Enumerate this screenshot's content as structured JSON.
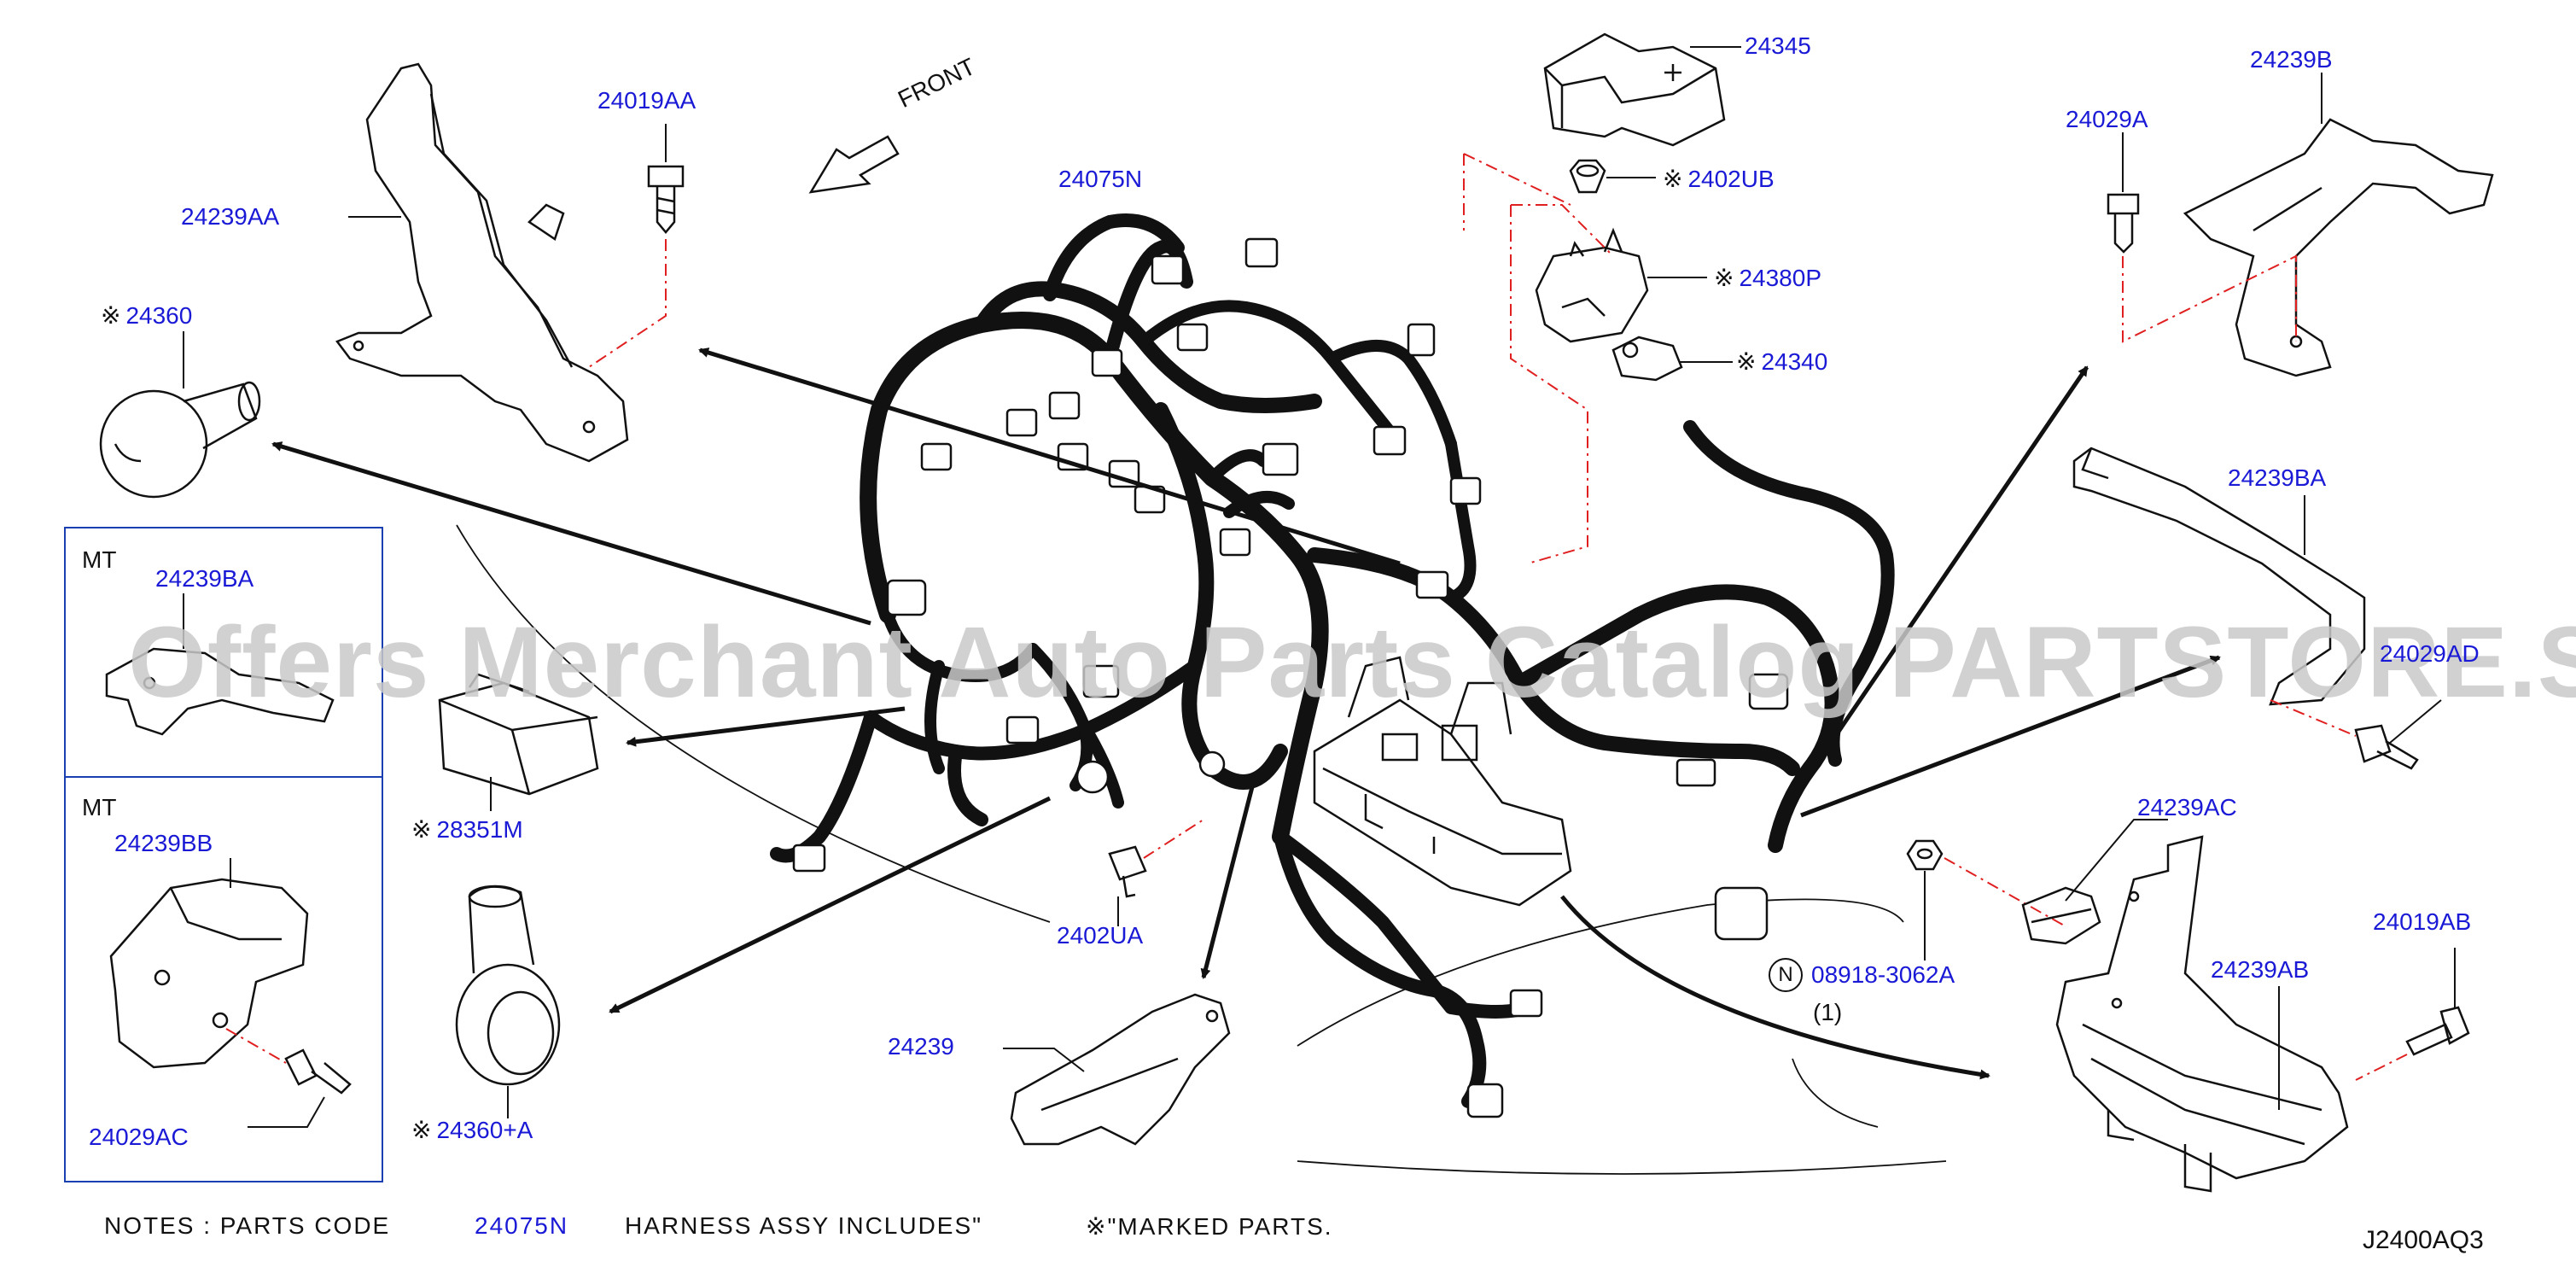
{
  "diagram": {
    "front_label": "FRONT",
    "labels": {
      "p24019AA": "24019AA",
      "p24239AA": "24239AA",
      "p24360": "24360",
      "p24075N": "24075N",
      "p24345": "24345",
      "p2402UB": "2402UB",
      "p24380P": "24380P",
      "p24340": "24340",
      "p24029A": "24029A",
      "p24239B": "24239B",
      "p24239BA_right": "24239BA",
      "p24029AD": "24029AD",
      "p24239AC": "24239AC",
      "p24019AB": "24019AB",
      "p24239AB": "24239AB",
      "p08918": "08918-3062A",
      "p08918_qty": "(1)",
      "p08918_badge": "N",
      "p2402UA": "2402UA",
      "p24239": "24239",
      "p28351M": "28351M",
      "p24360A": "24360+A",
      "p24239BA_box": "24239BA",
      "p24239BB": "24239BB",
      "p24029AC": "24029AC"
    },
    "mt_label_top": "MT",
    "mt_label_bottom": "MT",
    "marked_symbol": "※",
    "notes": {
      "part1": "NOTES : PARTS CODE",
      "code": "24075N",
      "part2": "HARNESS ASSY INCLUDES\"",
      "part3": "\"MARKED PARTS."
    },
    "diagram_code": "J2400AQ3",
    "watermark": "Offers Merchant Auto Parts Catalog PARTSTORE.SA",
    "colors": {
      "label": "#1a1ad6",
      "line": "#111111",
      "dashed": "#e02020",
      "box": "#1a3fb0"
    }
  }
}
